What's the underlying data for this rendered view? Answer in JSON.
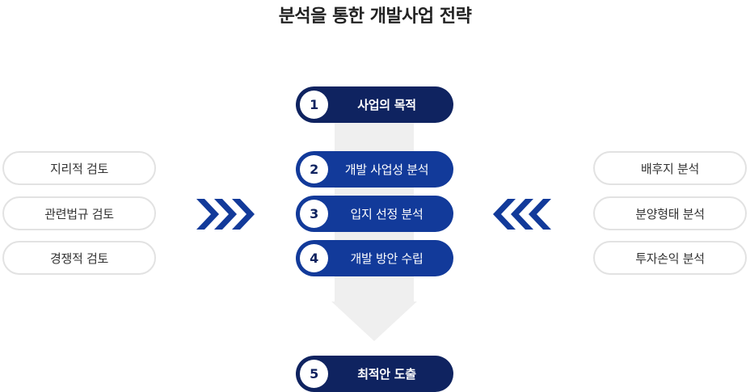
{
  "title": "분석을 통한 개발사업 전략",
  "left_items": [
    "지리적 검토",
    "관련법규 검토",
    "경쟁적 검토"
  ],
  "right_items": [
    "배후지 분석",
    "분양형태 분석",
    "투자손익 분석"
  ],
  "steps": [
    {
      "number": "1",
      "label": "사업의 목적"
    },
    {
      "number": "2",
      "label": "개발 사업성 분석"
    },
    {
      "number": "3",
      "label": "입지 선정 분석"
    },
    {
      "number": "4",
      "label": "개발 방안 수립"
    },
    {
      "number": "5",
      "label": "최적안 도출"
    }
  ],
  "colors": {
    "navy": "#0f2360",
    "blue": "#123a9a",
    "pill_border": "#e2e2e2",
    "arrow_gray": "#efefef"
  },
  "icons": {
    "left_arrows": "chevrons-right-icon",
    "right_arrows": "chevrons-left-icon",
    "flow": "down-arrow-icon"
  }
}
